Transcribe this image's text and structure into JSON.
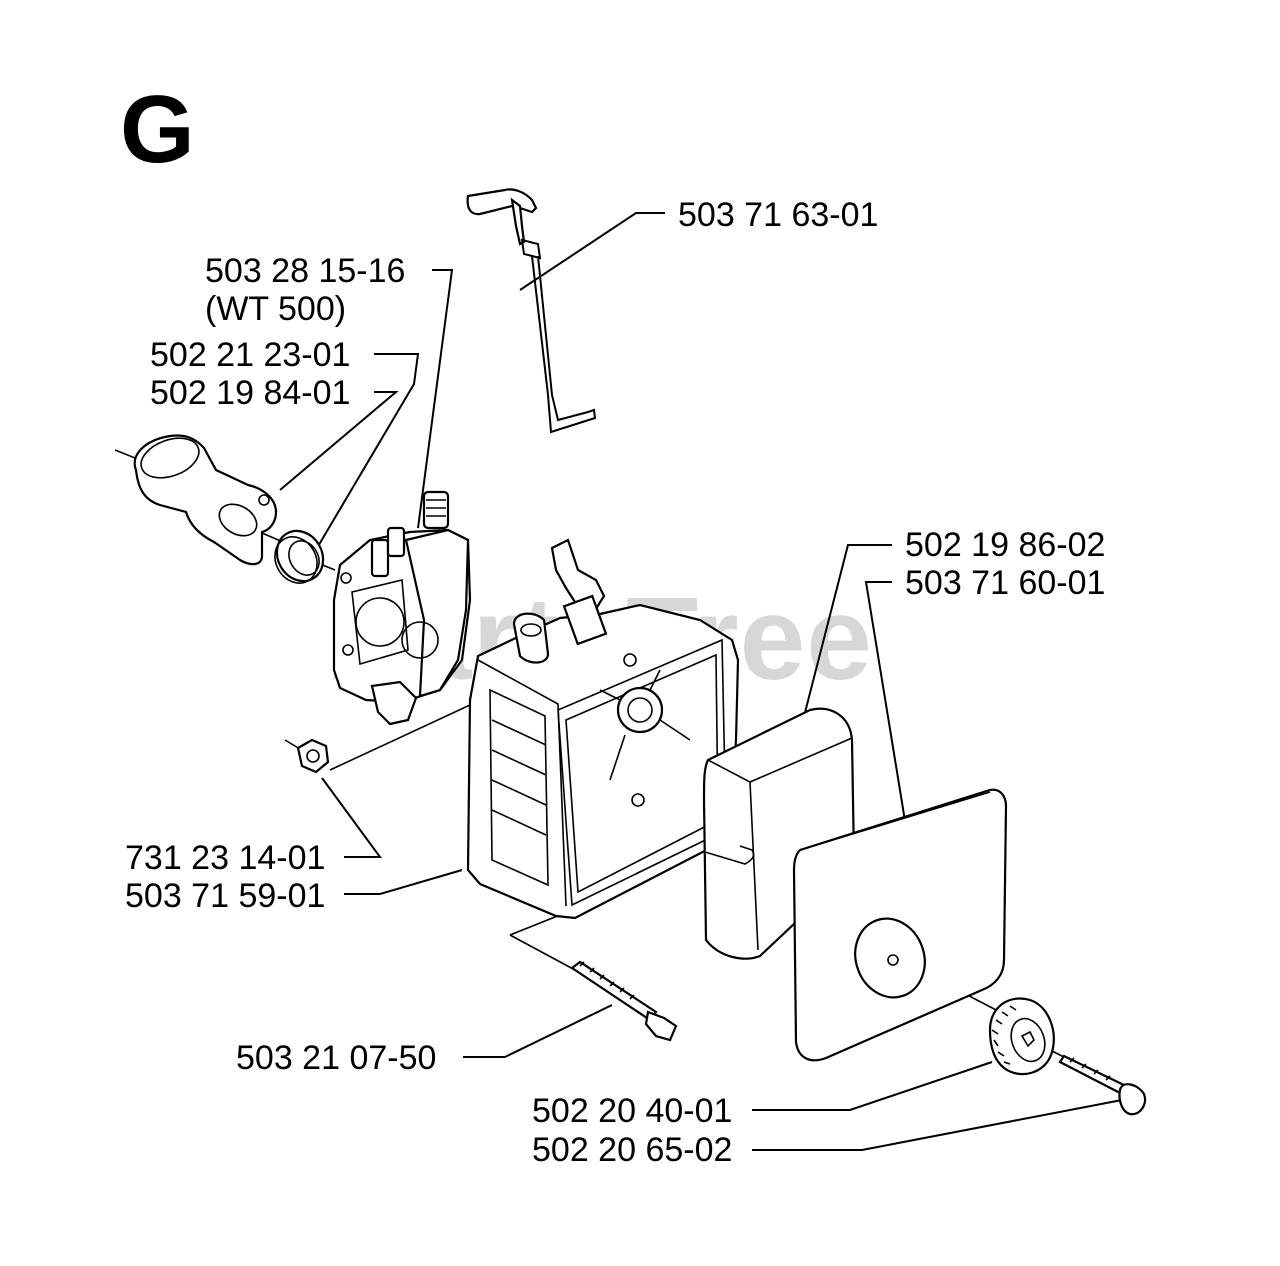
{
  "diagram": {
    "section_letter": "G",
    "watermark": "PartsTree",
    "labels": {
      "primer_wire": "503 71 63-01",
      "carburetor": "503 28 15-16",
      "carburetor_note": "(WT 500)",
      "gasket": "502 21 23-01",
      "intake_adapter": "502 19 84-01",
      "filter_element": "502 19 86-02",
      "filter_cover": "503 71 60-01",
      "nut": "731 23 14-01",
      "air_box": "503 71 59-01",
      "long_screw": "503 21 07-50",
      "knob": "502 20 40-01",
      "knob_screw": "502 20 65-02"
    }
  }
}
